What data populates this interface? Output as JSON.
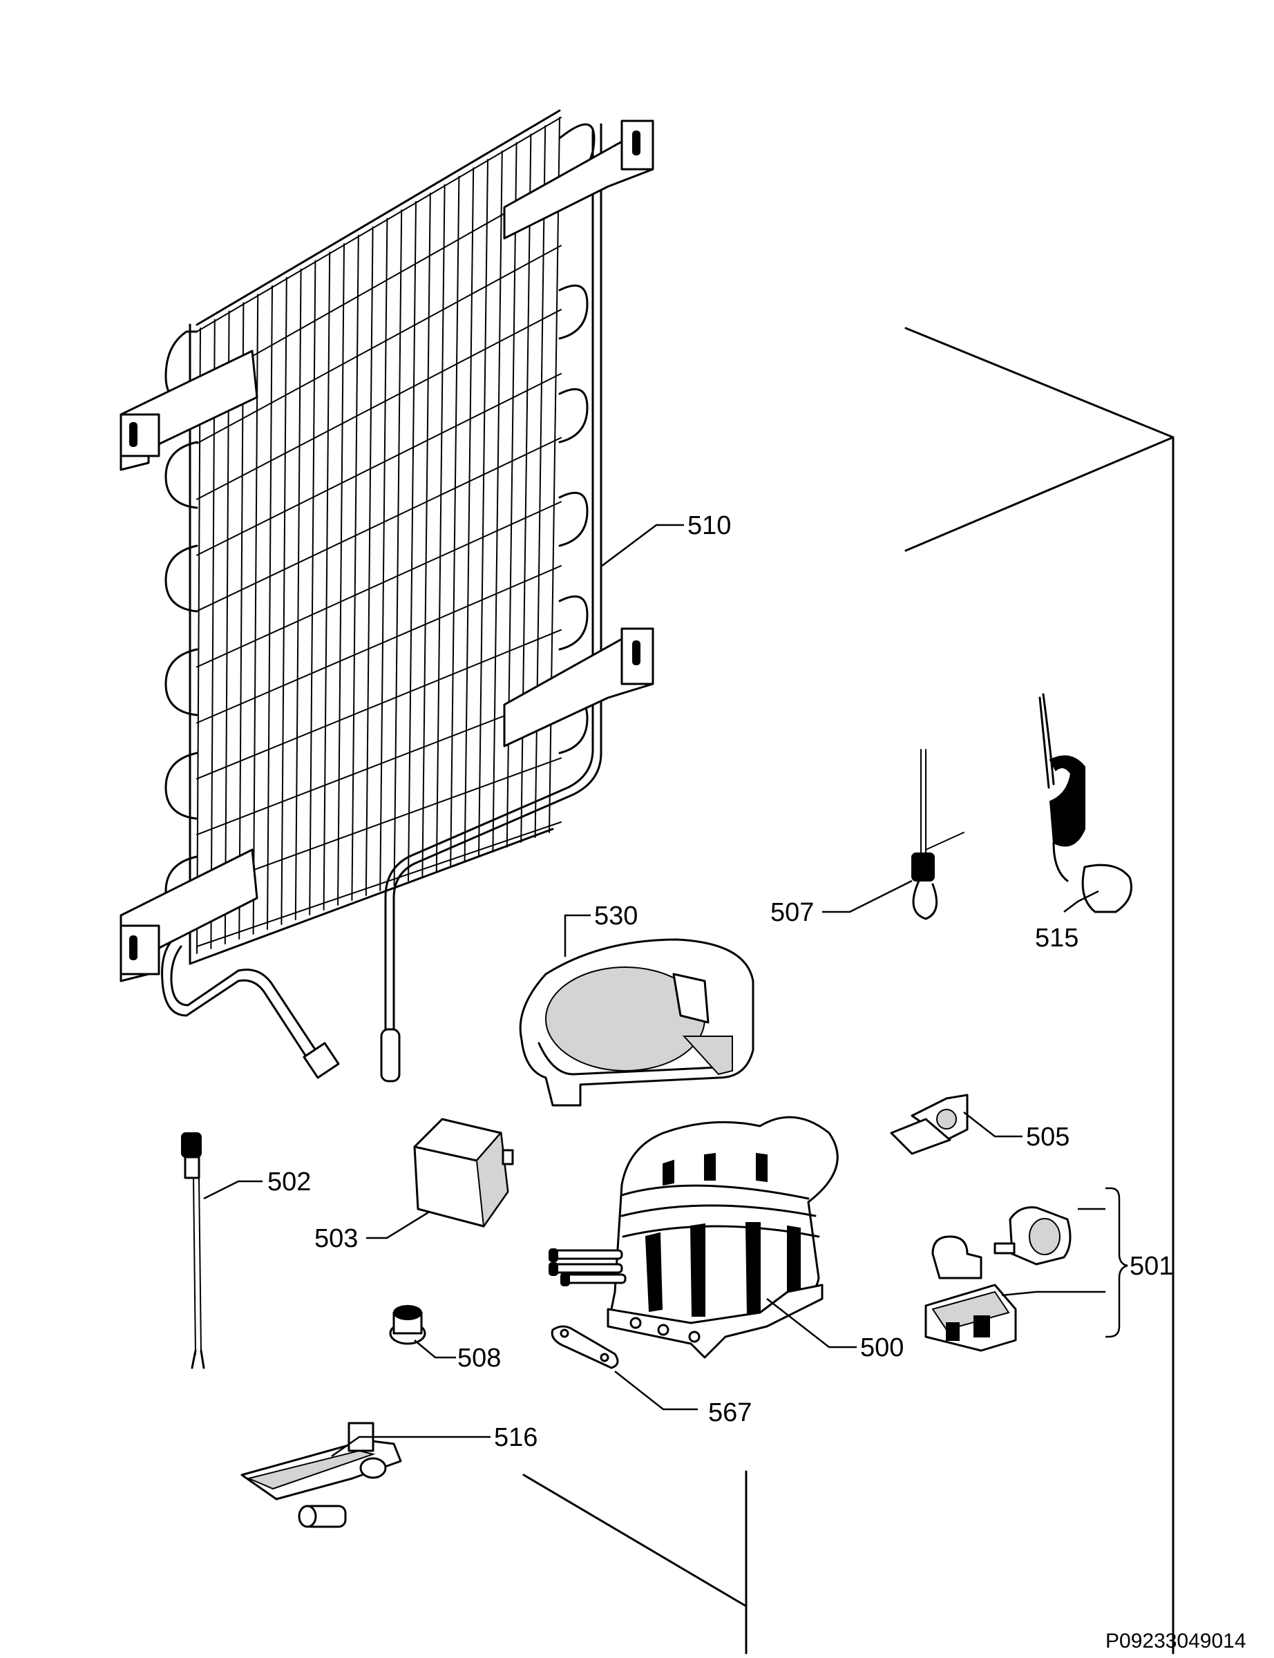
{
  "diagram": {
    "drawing_code": "P09233049014",
    "part_labels": {
      "p510": "510",
      "p530": "530",
      "p507": "507",
      "p515": "515",
      "p502": "502",
      "p503": "503",
      "p505": "505",
      "p501": "501",
      "p500": "500",
      "p508": "508",
      "p567": "567",
      "p516": "516"
    }
  }
}
